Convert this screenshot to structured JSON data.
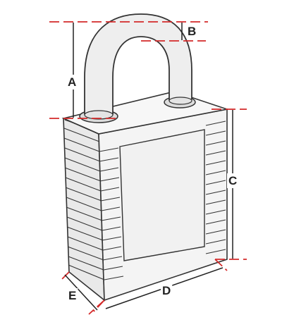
{
  "colors": {
    "outline": "#333333",
    "body_fill": "#f4f4f4",
    "body_side": "#e9e9e9",
    "shackle_fill": "#eeeeee",
    "guide_line": "#d42a2a",
    "dimension_line": "#222222"
  },
  "dimensions": {
    "a": "A",
    "b": "B",
    "c": "C",
    "d": "D",
    "e": "E"
  }
}
